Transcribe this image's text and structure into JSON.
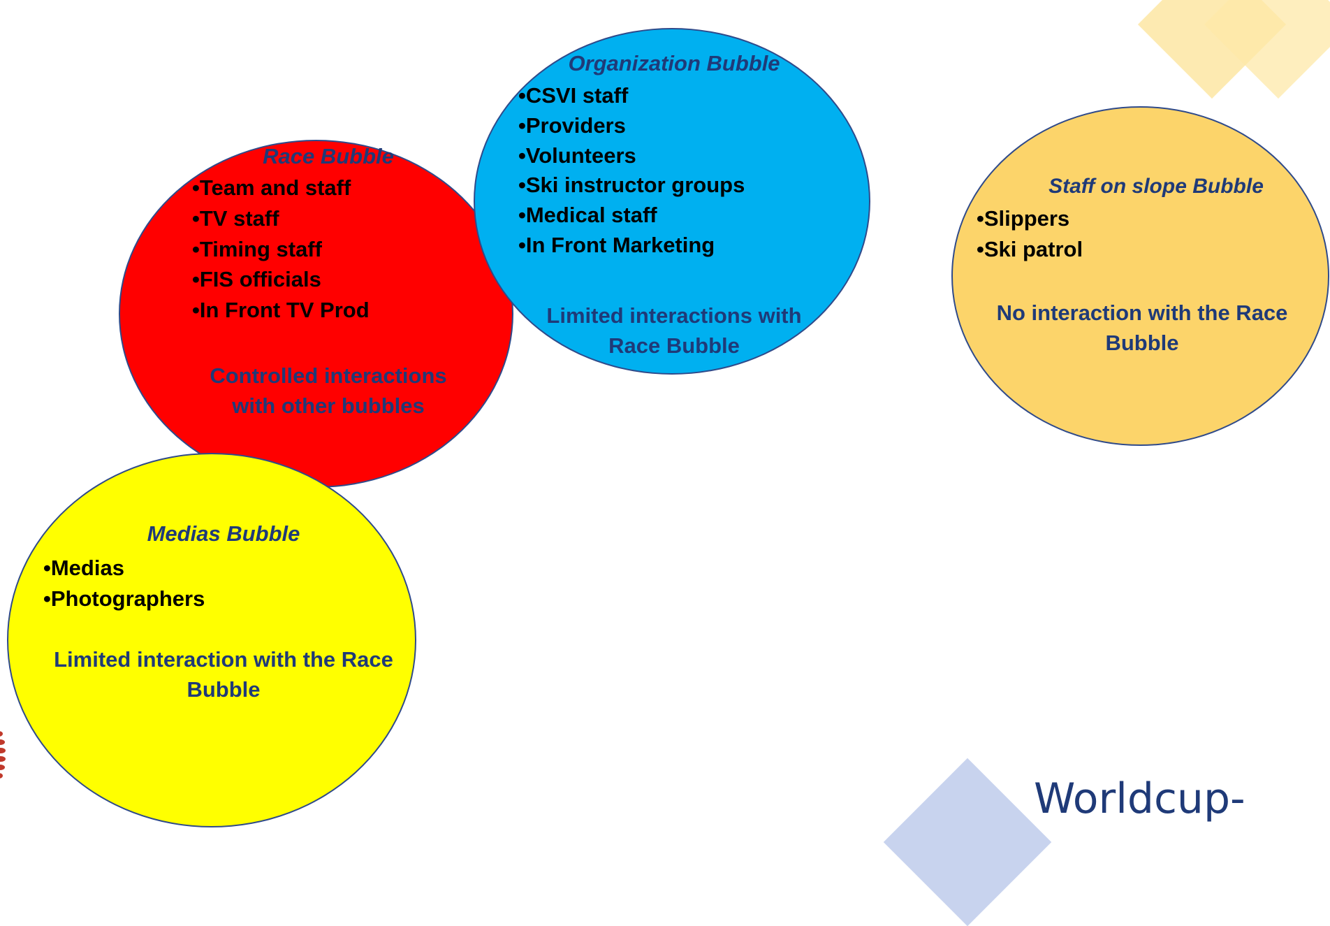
{
  "colors": {
    "race": "#ff0000",
    "organization": "#00b0f0",
    "staff_slope": "#fcd46a",
    "medias": "#ffff00",
    "outline": "#2f4a8a",
    "deco_gold": "#fde8a8",
    "deco_blue": "#c8d3ee",
    "footer_text": "#1f3a78"
  },
  "race": {
    "title": "Race Bubble",
    "items": [
      "•Team and staff",
      "•TV staff",
      "•Timing staff",
      "•FIS officials",
      "•In Front TV Prod"
    ],
    "note_line1": "Controlled interactions",
    "note_line2": "with other bubbles"
  },
  "organization": {
    "title": "Organization Bubble",
    "items": [
      "•CSVI staff",
      "•Providers",
      "•Volunteers",
      "•Ski instructor groups",
      "•Medical staff",
      "•In Front Marketing"
    ],
    "note_line1": "Limited interactions with",
    "note_line2": "Race Bubble"
  },
  "staff_slope": {
    "title": "Staff on slope Bubble",
    "items": [
      "•Slippers",
      "•Ski patrol"
    ],
    "note_line1": "No interaction with the Race",
    "note_line2": "Bubble"
  },
  "medias": {
    "title": "Medias Bubble",
    "items": [
      "•Medias",
      "•Photographers"
    ],
    "note_line1": "Limited interaction with the Race",
    "note_line2": "Bubble"
  },
  "footer": {
    "text": "Worldcup-"
  }
}
